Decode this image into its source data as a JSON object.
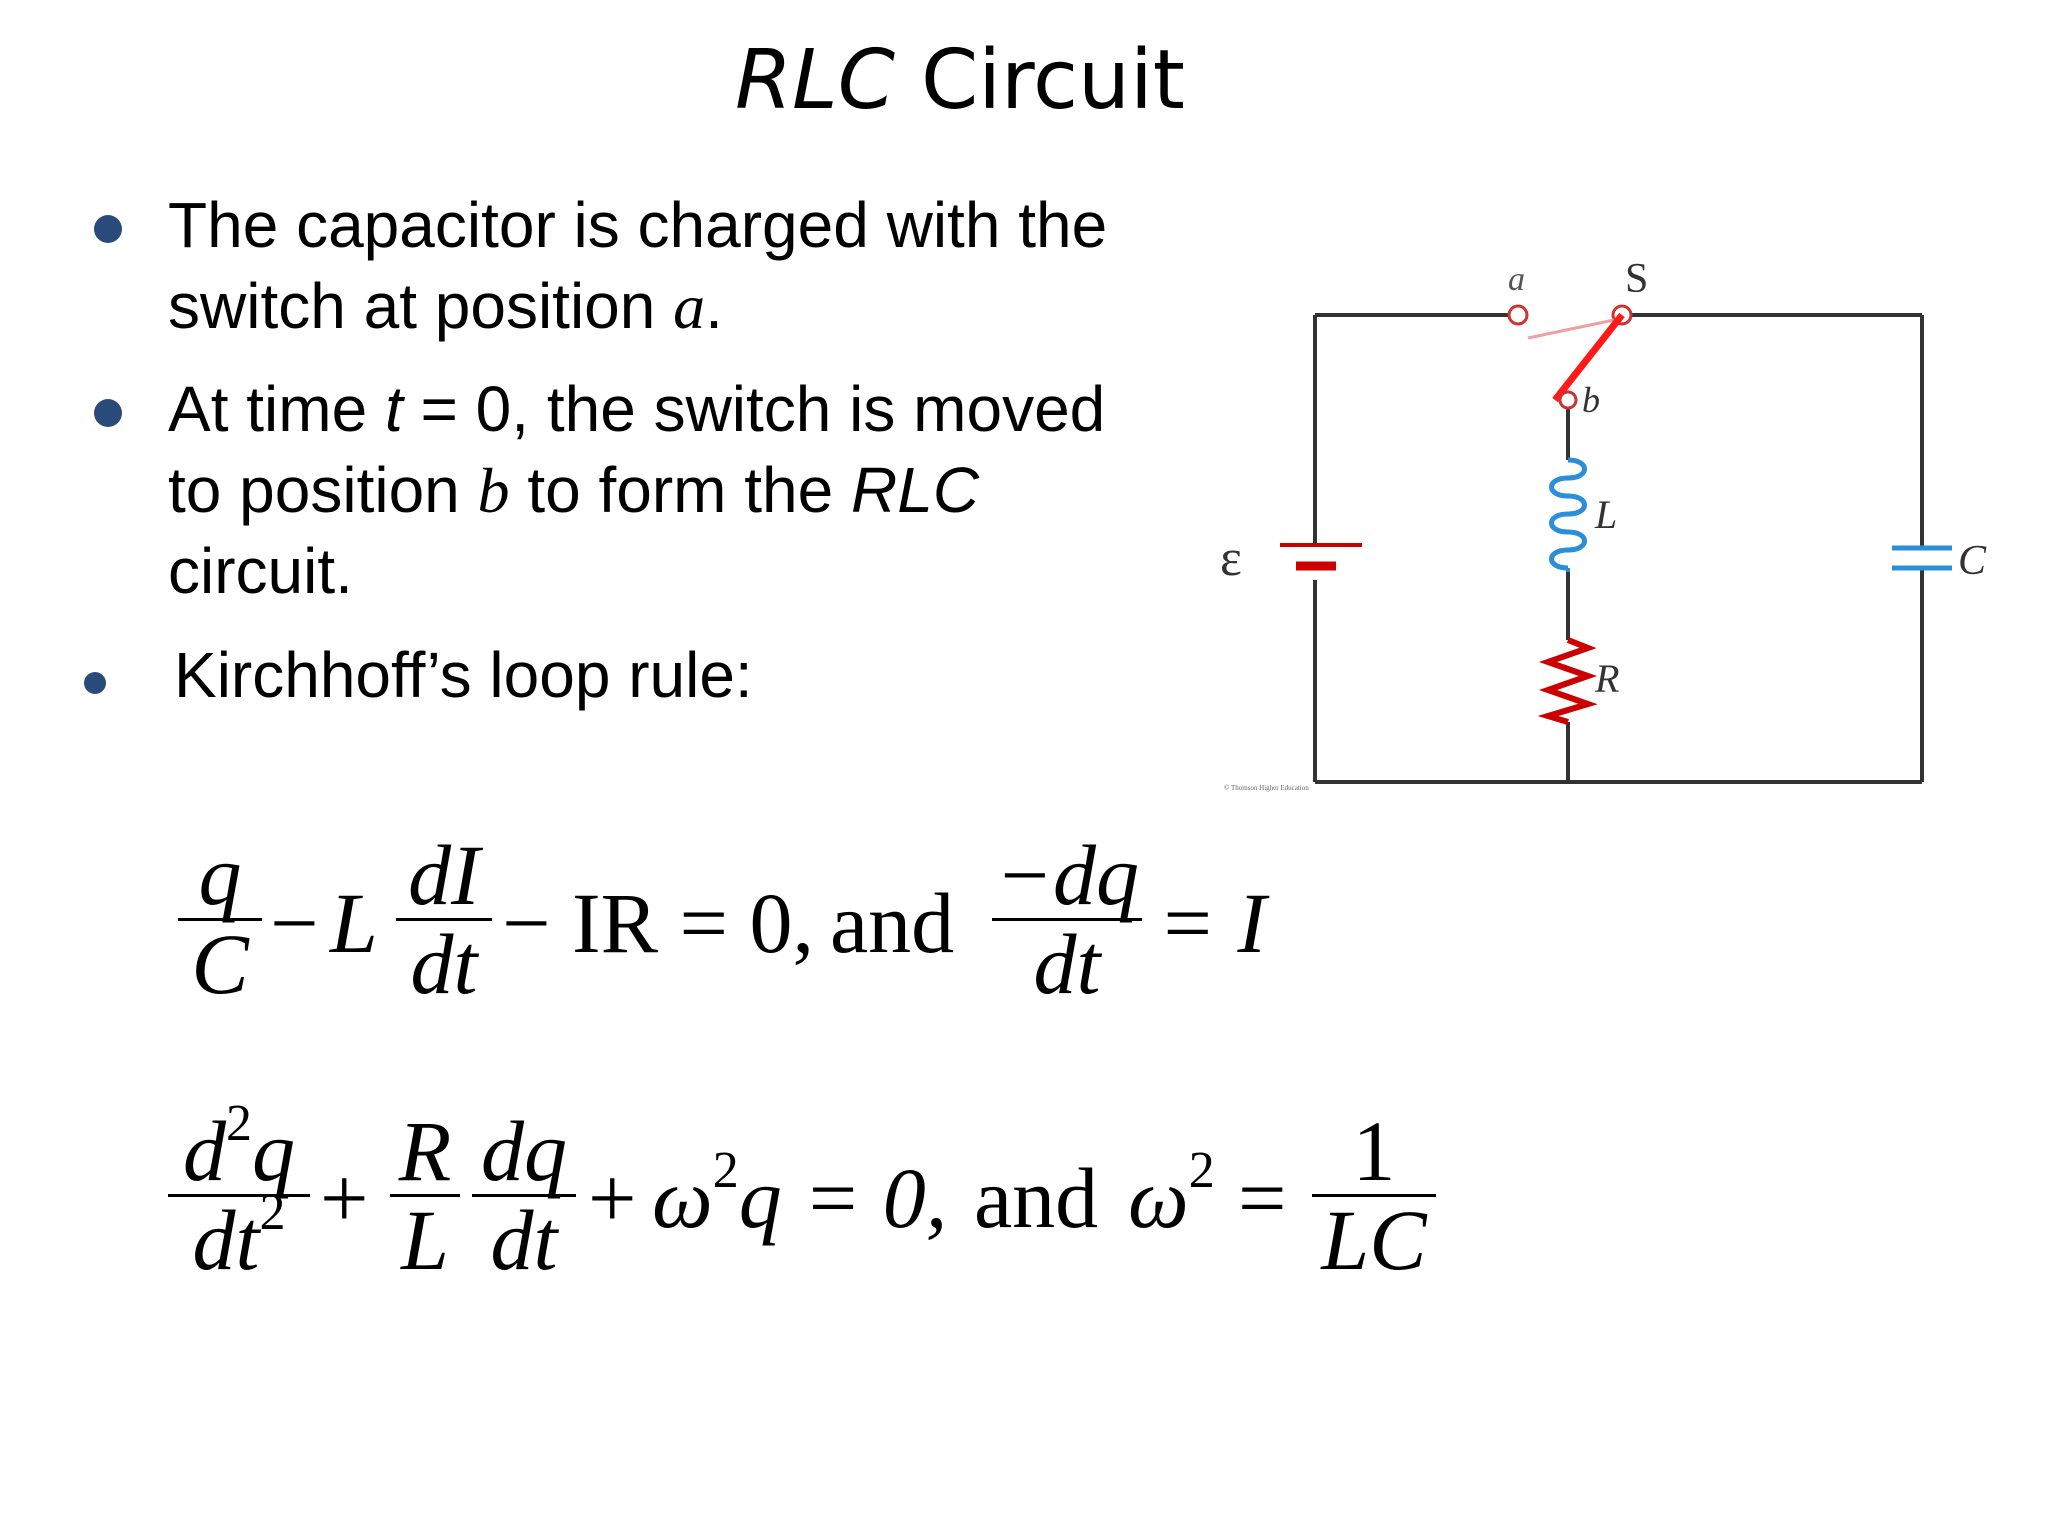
{
  "slide": {
    "title_italic": "RLC",
    "title_rest": " Circuit"
  },
  "bullets": [
    {
      "line1": "The capacitor is charged with the",
      "line2_pre": "switch at position ",
      "line2_var": "a",
      "line2_post": "."
    },
    {
      "line1_pre": "At time ",
      "line1_var": "t",
      "line1_post": " = 0, the switch is moved",
      "line2_pre": "to position ",
      "line2_var": "b",
      "line2_mid": " to form the ",
      "line2_it": "RLC",
      "line3": "circuit."
    },
    {
      "text": "Kirchhoff’s loop rule:"
    }
  ],
  "circuit": {
    "emf_label": "ε",
    "switch_label": "S",
    "node_a_label": "a",
    "node_b_label": "b",
    "inductor_label": "L",
    "resistor_label": "R",
    "capacitor_label": "C",
    "credit": "© Thomson Higher Education",
    "colors": {
      "wire": "#333333",
      "switch": "#ff0000",
      "inductor": "#2a8fd8",
      "resistor": "#cc0000",
      "capacitor": "#2a8fd8",
      "emf": "#cc0000"
    }
  },
  "equations": {
    "eq1": {
      "f1_num": "q",
      "f1_den": "C",
      "minus1": "−",
      "L": "L",
      "f2_num": "dI",
      "f2_den": "dt",
      "rest": "− IR = 0,",
      "and": "and",
      "f3_num": "−dq",
      "f3_den": "dt",
      "tail": "= I"
    },
    "eq2": {
      "f1_num_d": "d",
      "f1_num_sup": "2",
      "f1_num_q": "q",
      "f1_den_dt": "dt",
      "f1_den_sup": "2",
      "plus1": "+",
      "f2_num": "R",
      "f2_den": "L",
      "f3_num": "dq",
      "f3_den": "dt",
      "plus2": "+",
      "omega": "ω",
      "omega_sup": "2",
      "q_eq0": "q = 0,",
      "and": "and",
      "omega2": "ω",
      "omega2_sup": "2",
      "eq": "=",
      "f4_num": "1",
      "f4_den": "LC"
    }
  }
}
